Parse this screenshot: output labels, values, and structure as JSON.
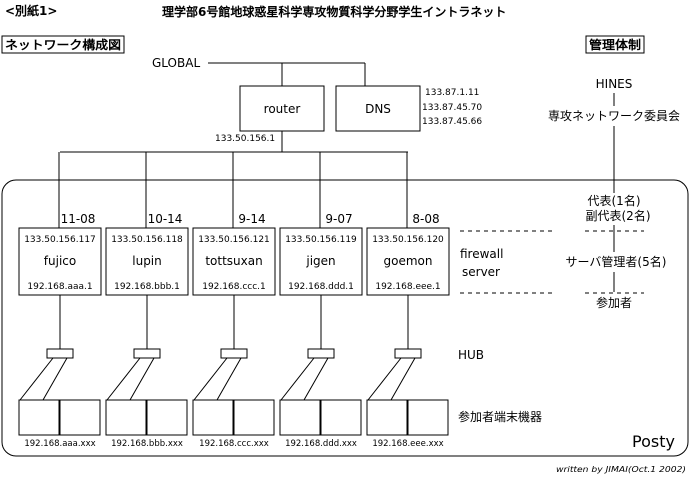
{
  "header": {
    "attachment_label": "<別紙1>",
    "title": "理学部6号館地球惑星科学専攻物質科学分野学生イントラネット"
  },
  "sections": {
    "network_heading": "ネットワーク構成図",
    "management_heading": "管理体制"
  },
  "network": {
    "global_label": "GLOBAL",
    "router_label": "router",
    "dns_label": "DNS",
    "dns_ips": [
      "133.87.1.11",
      "133.87.45.70",
      "133.87.45.66"
    ],
    "router_ip": "133.50.156.1",
    "servers": [
      {
        "room": "11-08",
        "ip": "133.50.156.117",
        "name": "fujico",
        "lan": "192.168.aaa.1",
        "terminals": "192.168.aaa.xxx"
      },
      {
        "room": "10-14",
        "ip": "133.50.156.118",
        "name": "lupin",
        "lan": "192.168.bbb.1",
        "terminals": "192.168.bbb.xxx"
      },
      {
        "room": "9-14",
        "ip": "133.50.156.121",
        "name": "tottsuxan",
        "lan": "192.168.ccc.1",
        "terminals": "192.168.ccc.xxx"
      },
      {
        "room": "9-07",
        "ip": "133.50.156.119",
        "name": "jigen",
        "lan": "192.168.ddd.1",
        "terminals": "192.168.ddd.xxx"
      },
      {
        "room": "8-08",
        "ip": "133.50.156.120",
        "name": "goemon",
        "lan": "192.168.eee.1",
        "terminals": "192.168.eee.xxx"
      }
    ],
    "firewall_label": "firewall",
    "server_label": "server",
    "hub_label": "HUB",
    "terminal_label": "参加者端末機器",
    "domain_name": "Posty"
  },
  "management": {
    "hines": "HINES",
    "committee": "専攻ネットワーク委員会",
    "representative": "代表(1名)",
    "vice_representative": "副代表(2名)",
    "server_admin": "サーバ管理者(5名)",
    "participants": "参加者"
  },
  "footer": {
    "credit": "written by JIMAI(Oct.1 2002)"
  }
}
